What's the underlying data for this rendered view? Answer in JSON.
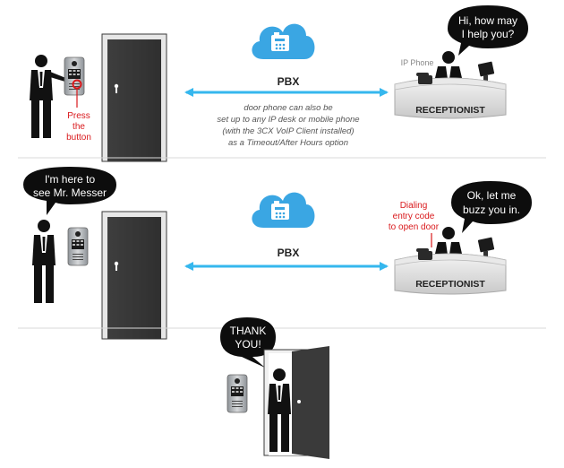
{
  "panel1": {
    "pbx_label": "PBX",
    "ip_phone_label": "IP Phone",
    "receptionist_sign": "RECEPTIONIST",
    "speech": [
      "Hi, how may",
      "I help you?"
    ],
    "press_note": [
      "Press",
      "the",
      "button"
    ],
    "caption": [
      "door phone can also be",
      "set up to any IP desk or mobile phone",
      "(with the 3CX VoIP Client installed)",
      "as a Timeout/After Hours option"
    ]
  },
  "panel2": {
    "pbx_label": "PBX",
    "receptionist_sign": "RECEPTIONIST",
    "visitor_speech": [
      "I'm here to",
      "see Mr. Messer"
    ],
    "receptionist_speech": [
      "Ok, let me",
      "buzz you in."
    ],
    "dialing_note": [
      "Dialing",
      "entry code",
      "to open door"
    ]
  },
  "panel3": {
    "speech": [
      "THANK",
      "YOU!"
    ]
  },
  "colors": {
    "arrow": "#35b7ee",
    "cloud": "#3aa6e3",
    "door": "#3a3a3a",
    "note_red": "#d9191c",
    "divider": "#d8d8d8"
  }
}
